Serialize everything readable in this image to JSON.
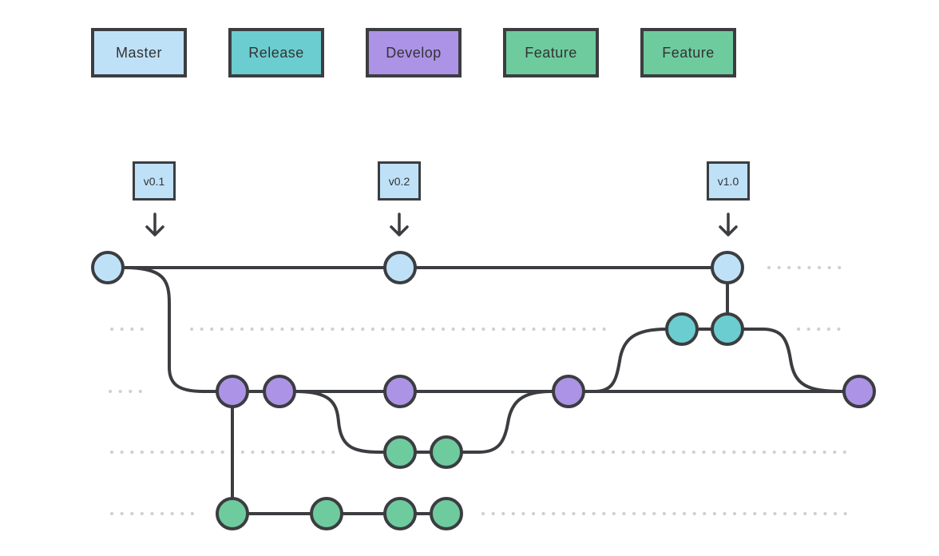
{
  "colors": {
    "master": "#bfe1f8",
    "release": "#6ccdd0",
    "develop": "#ad93e6",
    "feature": "#6ecb9e",
    "stroke": "#3b3d40",
    "dots": "#cfcfcf"
  },
  "legend": {
    "master": "Master",
    "release": "Release",
    "develop": "Develop",
    "feature_1": "Feature",
    "feature_2": "Feature"
  },
  "tags": {
    "v01": "v0.1",
    "v02": "v0.2",
    "v10": "v1.0"
  }
}
